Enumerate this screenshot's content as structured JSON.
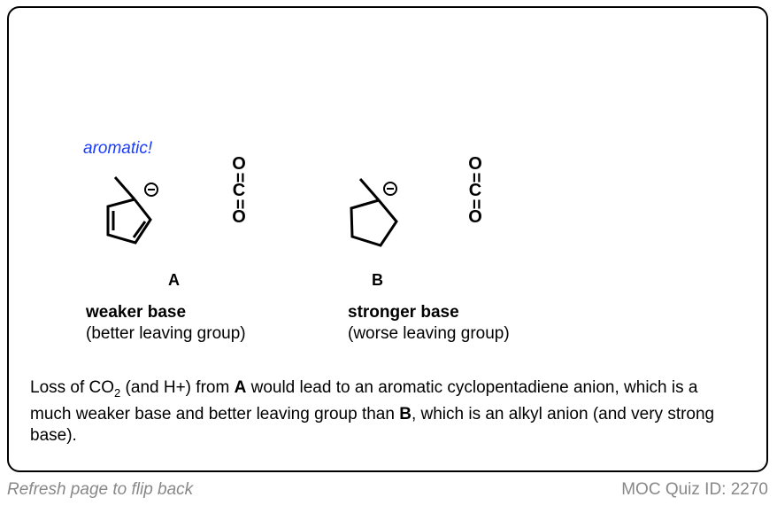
{
  "diagram": {
    "annotation": "aromatic!",
    "molecule_a": {
      "label": "A",
      "title": "weaker base",
      "subtitle": "(better leaving group)"
    },
    "molecule_b": {
      "label": "B",
      "title": "stronger base",
      "subtitle": "(worse leaving group)"
    },
    "co2": {
      "o_top": "O",
      "bond1": "=",
      "c": "C",
      "bond2": "=",
      "o_bottom": "O"
    },
    "explanation": {
      "p1": "Loss of CO",
      "sub2": "2",
      "p2": " (and H+) from ",
      "a": "A",
      "p3": " would lead to an aromatic cyclopentadiene anion, which is a much weaker base and better leaving group than ",
      "b": "B",
      "p4": ", which is an alkyl anion (and very strong base)."
    }
  },
  "footer": {
    "refresh": "Refresh page to flip back",
    "quiz_id": "MOC Quiz ID: 2270"
  }
}
